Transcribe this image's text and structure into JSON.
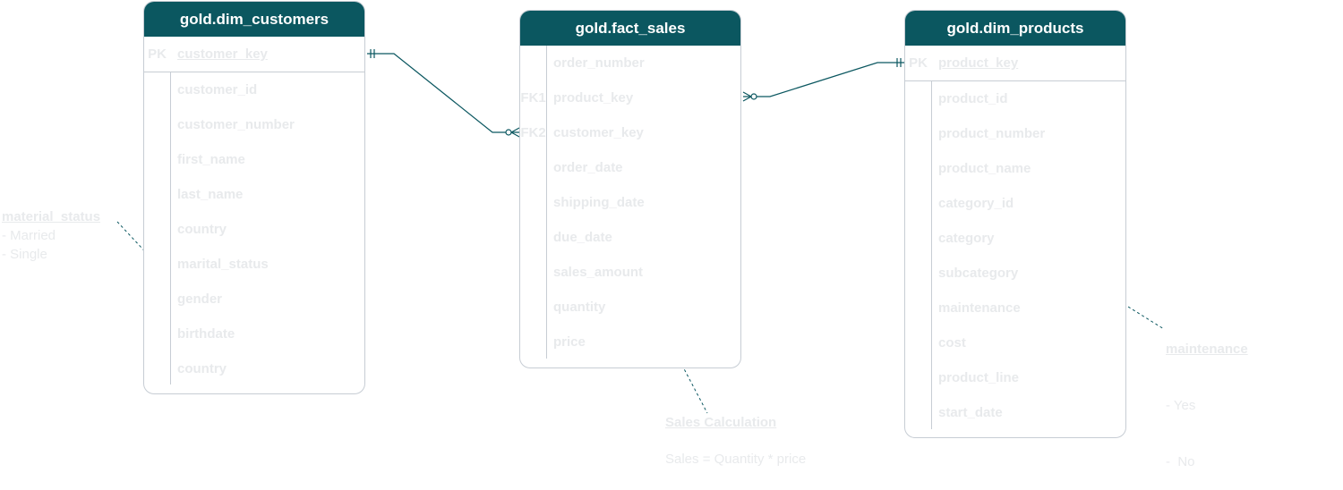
{
  "tables": {
    "customers": {
      "title": "gold.dim_customers",
      "pk_label": "PK",
      "pk_field": "customer_key",
      "fields": [
        "customer_id",
        "customer_number",
        "first_name",
        "last_name",
        "country",
        "marital_status",
        "gender",
        "birthdate",
        "country"
      ]
    },
    "sales": {
      "title": "gold.fact_sales",
      "rows": [
        {
          "key": "",
          "name": "order_number"
        },
        {
          "key": "FK1",
          "name": "product_key"
        },
        {
          "key": "FK2",
          "name": "customer_key"
        },
        {
          "key": "",
          "name": "order_date"
        },
        {
          "key": "",
          "name": "shipping_date"
        },
        {
          "key": "",
          "name": "due_date"
        },
        {
          "key": "",
          "name": "sales_amount"
        },
        {
          "key": "",
          "name": "quantity"
        },
        {
          "key": "",
          "name": "price"
        }
      ]
    },
    "products": {
      "title": "gold.dim_products",
      "pk_label": "PK",
      "pk_field": "product_key",
      "fields": [
        "product_id",
        "product_number",
        "product_name",
        "category_id",
        "category",
        "subcategory",
        "maintenance",
        "cost",
        "product_line",
        "start_date"
      ]
    }
  },
  "notes": {
    "material": {
      "title": "material_status",
      "lines": [
        "- Married",
        "- Single"
      ]
    },
    "maintenance": {
      "title": "maintenance",
      "lines": [
        "- Yes",
        "-  No"
      ]
    },
    "sales_calc": {
      "title": "Sales Calculation",
      "formula": "Sales = Quantity * price"
    }
  },
  "colors": {
    "header": "#0b5760",
    "border": "#c7cdd4",
    "connector": "#0b5760",
    "text": "#e8eaec"
  }
}
